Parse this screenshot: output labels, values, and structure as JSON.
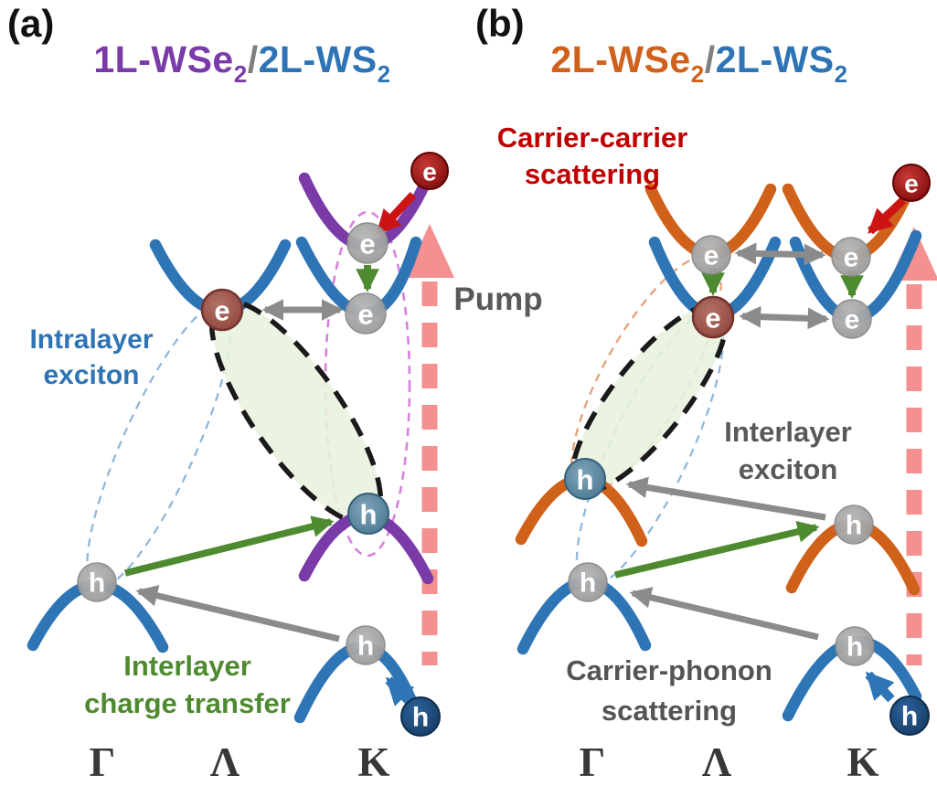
{
  "colors": {
    "ws2_blue": "#2E75B6",
    "wse2_purple": "#7A3BA8",
    "wse2_orange": "#CF611A",
    "scatter_red": "#C00000",
    "transfer_green": "#4E8A2F",
    "arrow_gray": "#8B8B8B",
    "pump_pink": "#F49090",
    "label_gray": "#595959",
    "exciton_fill_green": "#E8F1DE"
  },
  "axis": {
    "gamma": "Γ",
    "lambda": "Λ",
    "k": "K"
  },
  "panel_a": {
    "index": "(a)",
    "title": {
      "part1": "1L-WSe",
      "sub1": "2",
      "slash": "/",
      "part2": "2L-WS",
      "sub2": "2"
    },
    "balls": [
      {
        "name": "hot-electron",
        "label": "e"
      },
      {
        "name": "electron-k-wse2",
        "label": "e"
      },
      {
        "name": "electron-k-ws2",
        "label": "e"
      },
      {
        "name": "electron-lambda-ws2",
        "label": "e"
      },
      {
        "name": "hole-k-wse2",
        "label": "h"
      },
      {
        "name": "hole-gamma-ws2",
        "label": "h"
      },
      {
        "name": "hole-k-ws2",
        "label": "h"
      },
      {
        "name": "hot-hole",
        "label": "h"
      }
    ]
  },
  "panel_b": {
    "index": "(b)",
    "title": {
      "part1": "2L-WSe",
      "sub1": "2",
      "slash": "/",
      "part2": "2L-WS",
      "sub2": "2"
    },
    "balls": [
      {
        "name": "hot-electron",
        "label": "e"
      },
      {
        "name": "electron-lambda-wse2",
        "label": "e"
      },
      {
        "name": "electron-k-wse2",
        "label": "e"
      },
      {
        "name": "electron-lambda-ws2",
        "label": "e"
      },
      {
        "name": "electron-k-ws2",
        "label": "e"
      },
      {
        "name": "hole-gamma-wse2",
        "label": "h"
      },
      {
        "name": "hole-gamma-ws2",
        "label": "h"
      },
      {
        "name": "hole-k-wse2",
        "label": "h"
      },
      {
        "name": "hole-k-ws2",
        "label": "h"
      },
      {
        "name": "hot-hole",
        "label": "h"
      }
    ]
  },
  "annotations": {
    "carrier_carrier": [
      "Carrier-carrier",
      "scattering"
    ],
    "pump": "Pump",
    "intralayer_exciton": [
      "Intralayer",
      "exciton"
    ],
    "interlayer_charge_transfer": [
      "Interlayer",
      "charge transfer"
    ],
    "interlayer_exciton": [
      "Interlayer",
      "exciton"
    ],
    "carrier_phonon": [
      "Carrier-phonon",
      "scattering"
    ]
  }
}
